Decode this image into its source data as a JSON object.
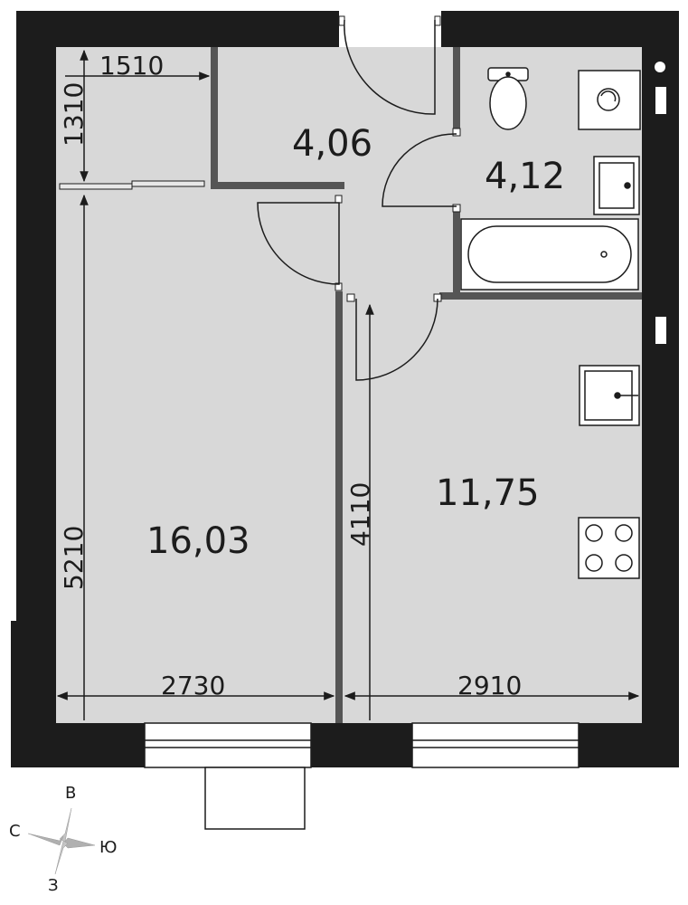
{
  "rooms": {
    "hall_area": "4,06",
    "bathroom_area": "4,12",
    "room_area": "16,03",
    "kitchen_area": "11,75"
  },
  "dimensions": {
    "storage_width": "1510",
    "storage_depth": "1310",
    "room_depth": "5210",
    "room_width": "2730",
    "kitchen_depth": "4110",
    "kitchen_width": "2910"
  },
  "compass": {
    "north": "В",
    "west": "С",
    "east": "Ю",
    "south": "З"
  },
  "colors": {
    "wall": "#1c1c1c",
    "floor": "#d8d8d8",
    "background": "#ffffff",
    "compass": "#b5b5b5"
  }
}
